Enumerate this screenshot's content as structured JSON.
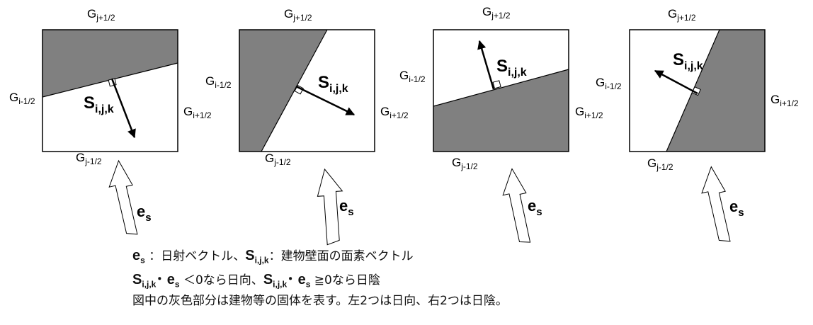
{
  "labels": {
    "g_top": "G",
    "g_top_sub": "j+1/2",
    "g_bottom": "G",
    "g_bottom_sub": "j-1/2",
    "g_left": "G",
    "g_left_sub": "i-1/2",
    "g_right": "G",
    "g_right_sub": "i+1/2",
    "s_main": "S",
    "s_sub": "i,j,k",
    "e_main": "e",
    "e_sub": "s"
  },
  "legend": {
    "line1": {
      "e_main": "e",
      "e_sub": "s",
      "e_desc": " ：日射ベクトル、",
      "s_main": "S",
      "s_sub": "i,j,k",
      "s_desc": "：建物壁面の面素ベクトル"
    },
    "line2": {
      "s1_main": "S",
      "s1_sub": "i,j,k",
      "dot1": "･",
      "e1_main": "e",
      "e1_sub": "s",
      "cond1": " ＜0なら日向、",
      "s2_main": "S",
      "s2_sub": "i,j,k",
      "dot2": "･",
      "e2_main": "e",
      "e2_sub": "s",
      "cond2": " ≧0なら日陰"
    },
    "line3": "図中の灰色部分は建物等の固体を表す。左2つは日向、右2つは日陰。"
  },
  "colors": {
    "solid": "#808080",
    "outline": "#000000"
  }
}
